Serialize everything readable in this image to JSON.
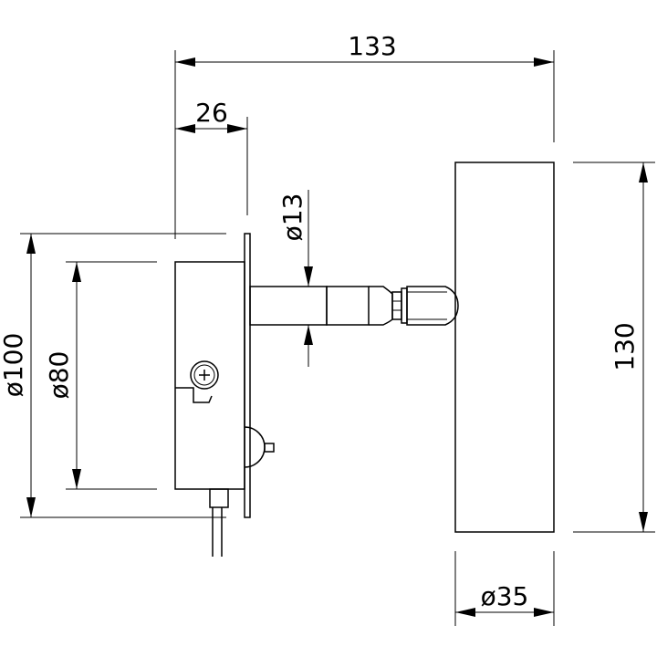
{
  "dimensions": {
    "overall_length": "133",
    "base_depth": "26",
    "base_outer_diameter": "ø100",
    "base_inner_diameter": "ø80",
    "arm_diameter": "ø13",
    "head_length": "130",
    "head_diameter": "ø35"
  }
}
